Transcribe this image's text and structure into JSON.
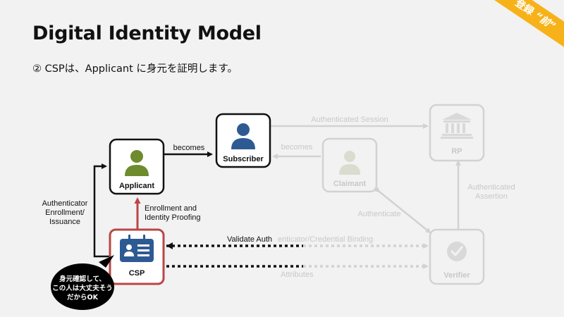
{
  "title": "Digital Identity Model",
  "subtitle": "② CSPは、Applicant に身元を証明します。",
  "ribbon": {
    "prefix": "登録",
    "quoted": "“前”"
  },
  "colors": {
    "applicant": "#6e8b2d",
    "subscriber": "#2e5a94",
    "csp_border": "#b94644",
    "csp_icon": "#2e5a94",
    "faded": "#d2d2d2",
    "arrow_active": "#111111",
    "arrow_red": "#b94644"
  },
  "nodes": {
    "applicant": "Applicant",
    "subscriber": "Subscriber",
    "csp": "CSP",
    "claimant": "Claimant",
    "rp": "RP",
    "verifier": "Verifier"
  },
  "edges": {
    "becomes_active": "becomes",
    "becomes_faded": "becomes",
    "authenticated_session": "Authenticated Session",
    "authenticated_assertion_1": "Authenticated",
    "authenticated_assertion_2": "Assertion",
    "authenticate": "Authenticate",
    "enrollment_1": "Enrollment and",
    "enrollment_2": "Identity Proofing",
    "auth_enroll_1": "Authenticator",
    "auth_enroll_2": "Enrollment/",
    "auth_enroll_3": "Issuance",
    "validate_dark": "Validate Auth",
    "validate_faded": "enticator/Credential Binding",
    "attributes": "Attributes"
  },
  "speech_bubble": {
    "line1": "身元確認して、",
    "line2": "この人は大丈夫そう",
    "line3": "だからOK"
  }
}
